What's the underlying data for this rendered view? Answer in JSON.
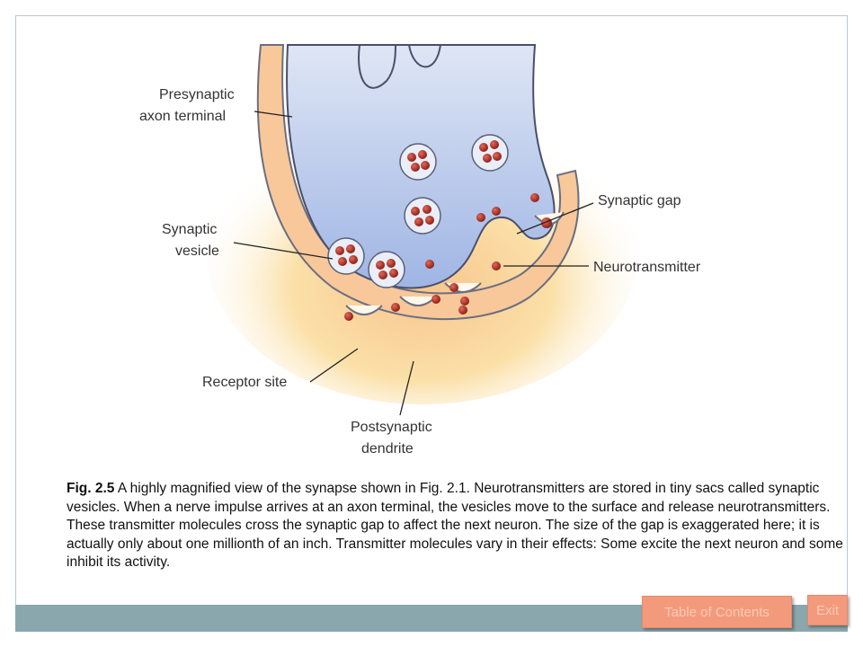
{
  "diagram": {
    "labels": {
      "presynaptic": [
        "Presynaptic",
        "axon terminal"
      ],
      "synaptic_vesicle": [
        "Synaptic",
        "vesicle"
      ],
      "synaptic_gap": "Synaptic gap",
      "neurotransmitter": "Neurotransmitter",
      "receptor_site": "Receptor site",
      "postsynaptic": [
        "Postsynaptic",
        "dendrite"
      ]
    }
  },
  "caption": {
    "figure_label": "Fig. 2.5",
    "text": " A highly magnified view of the synapse shown in Fig. 2.1. Neurotransmitters are stored in tiny sacs called synaptic vesicles. When a nerve impulse arrives at an axon terminal, the vesicles move to the surface and release neurotransmitters. These transmitter molecules cross the synaptic gap to affect the next neuron. The size of the gap is exaggerated here; it is actually only about one millionth of an inch. Transmitter molecules vary in their effects: Some excite the next neuron and some inhibit its activity."
  },
  "nav": {
    "toc_label": "Table of Contents",
    "exit_label": "Exit"
  },
  "colors": {
    "axon_fill": "#b4c6ea",
    "dendrite_fill": "#f8c89a",
    "molecule": "#b0261c",
    "footer_bar": "#8aa7ad",
    "button": "#f49a7c"
  }
}
